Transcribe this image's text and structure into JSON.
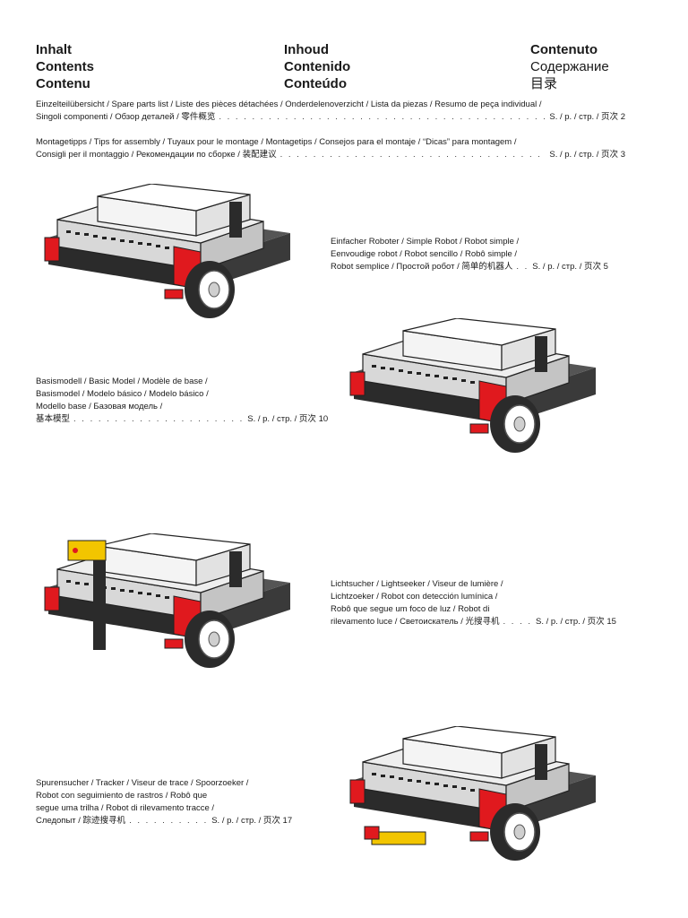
{
  "headings": {
    "col1": [
      "Inhalt",
      "Contents",
      "Contenu"
    ],
    "col2": [
      "Inhoud",
      "Contenido",
      "Conteúdo"
    ],
    "col3": [
      "Contenuto",
      "Содержание",
      "目录"
    ]
  },
  "toc": [
    {
      "line1": "Einzelteilübersicht / Spare parts list / Liste des pièces détachées / Onderdelenoverzicht / Lista da piezas / Resumo de peça individual /",
      "line2": "Singoli componenti / Обзор деталей / 零件概览",
      "page_label": "S. / p. / стр. / 页次",
      "page": "2"
    },
    {
      "line1": "Montagetipps / Tips for assembly / Tuyaux pour le montage / Montagetips / Consejos para el montaje / “Dicas” para montagem /",
      "line2": "Consigli per il montaggio / Рекомендации по сборке / 装配建议",
      "page_label": "S. / p. / стр. / 页次",
      "page": "3"
    }
  ],
  "models": [
    {
      "lines": [
        "Einfacher Roboter / Simple Robot / Robot simple /",
        "Eenvoudige robot / Robot sencillo / Robô simple /"
      ],
      "last_line": "Robot semplice / Простой робот / 简单的机器人",
      "dots": ". .",
      "page_label": "S. / p. / стр. / 页次",
      "page": "5"
    },
    {
      "lines": [
        "Basismodell / Basic Model / Modèle de base /",
        "Basismodel / Modelo básico / Modelo básico /",
        "Modello base / Базовая модель /"
      ],
      "last_line": "基本模型",
      "dots": ". . . . . . . . . . . . . . . . . . . . .",
      "page_label": "S. / p. / стр. / 页次",
      "page": "10"
    },
    {
      "lines": [
        "Lichtsucher / Lightseeker / Viseur de lumière /",
        "Lichtzoeker / Robot con detección lumínica /",
        "Robô que segue um foco de luz / Robot di"
      ],
      "last_line": "rilevamento luce / Светоискатель / 光搜寻机",
      "dots": ". . . .",
      "page_label": "S. / p. / стр. / 页次",
      "page": "15"
    },
    {
      "lines": [
        "Spurensucher / Tracker / Viseur de trace / Spoorzoeker /",
        "Robot con seguimiento de rastros / Robô que",
        "segue uma trilha / Robot di rilevamento tracce /"
      ],
      "last_line": "Следопыт / 踪迹搜寻机",
      "dots": ". . . . . . . . . .",
      "page_label": "S. / p. / стр. / 页次",
      "page": "17"
    }
  ],
  "colors": {
    "red": "#e0191e",
    "dark": "#2b2b2b",
    "grey": "#6a6a6a"
  }
}
